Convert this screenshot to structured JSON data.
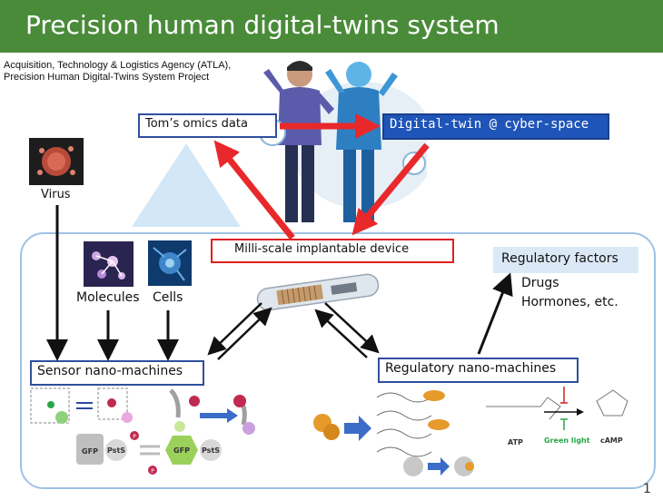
{
  "header": {
    "title": "Precision human digital-twins system"
  },
  "source": {
    "line1": "Acquisition, Technology & Logistics Agency (ATLA),",
    "line2": "Precision Human Digital-Twins System Project"
  },
  "diagram": {
    "omics_label": "Tom’s omics data",
    "twin_label": "Digital-twin @ cyber-space",
    "virus_label": "Virus",
    "device_label": "Milli-scale implantable device",
    "molecules_label": "Molecules",
    "cells_label": "Cells",
    "regulatory_factors_label": "Regulatory factors",
    "drugs_label": "Drugs",
    "hormones_label": "Hormones, etc.",
    "sensor_label": "Sensor nano-machines",
    "regulatory_machines_label": "Regulatory nano-machines",
    "gfp_label": "GFP",
    "psts_label": "PstS",
    "p_label": "P",
    "atp_label": "ATP",
    "green_light_label": "Green light",
    "camp_label": "cAMP"
  },
  "page_number": "1",
  "colors": {
    "header_green": "#4a8b3a",
    "box_border_blue": "#2f4f9e",
    "twin_box_fill": "#1f55b8",
    "device_border_red": "#e02020",
    "arrow_red": "#e8282a",
    "panel_border": "#9ec2e6",
    "triangle_fill": "#d3e7f6"
  },
  "icons": [
    "virus-image",
    "molecules-image",
    "cells-image",
    "implant-device-image",
    "human-figure",
    "digital-twin-figure"
  ]
}
